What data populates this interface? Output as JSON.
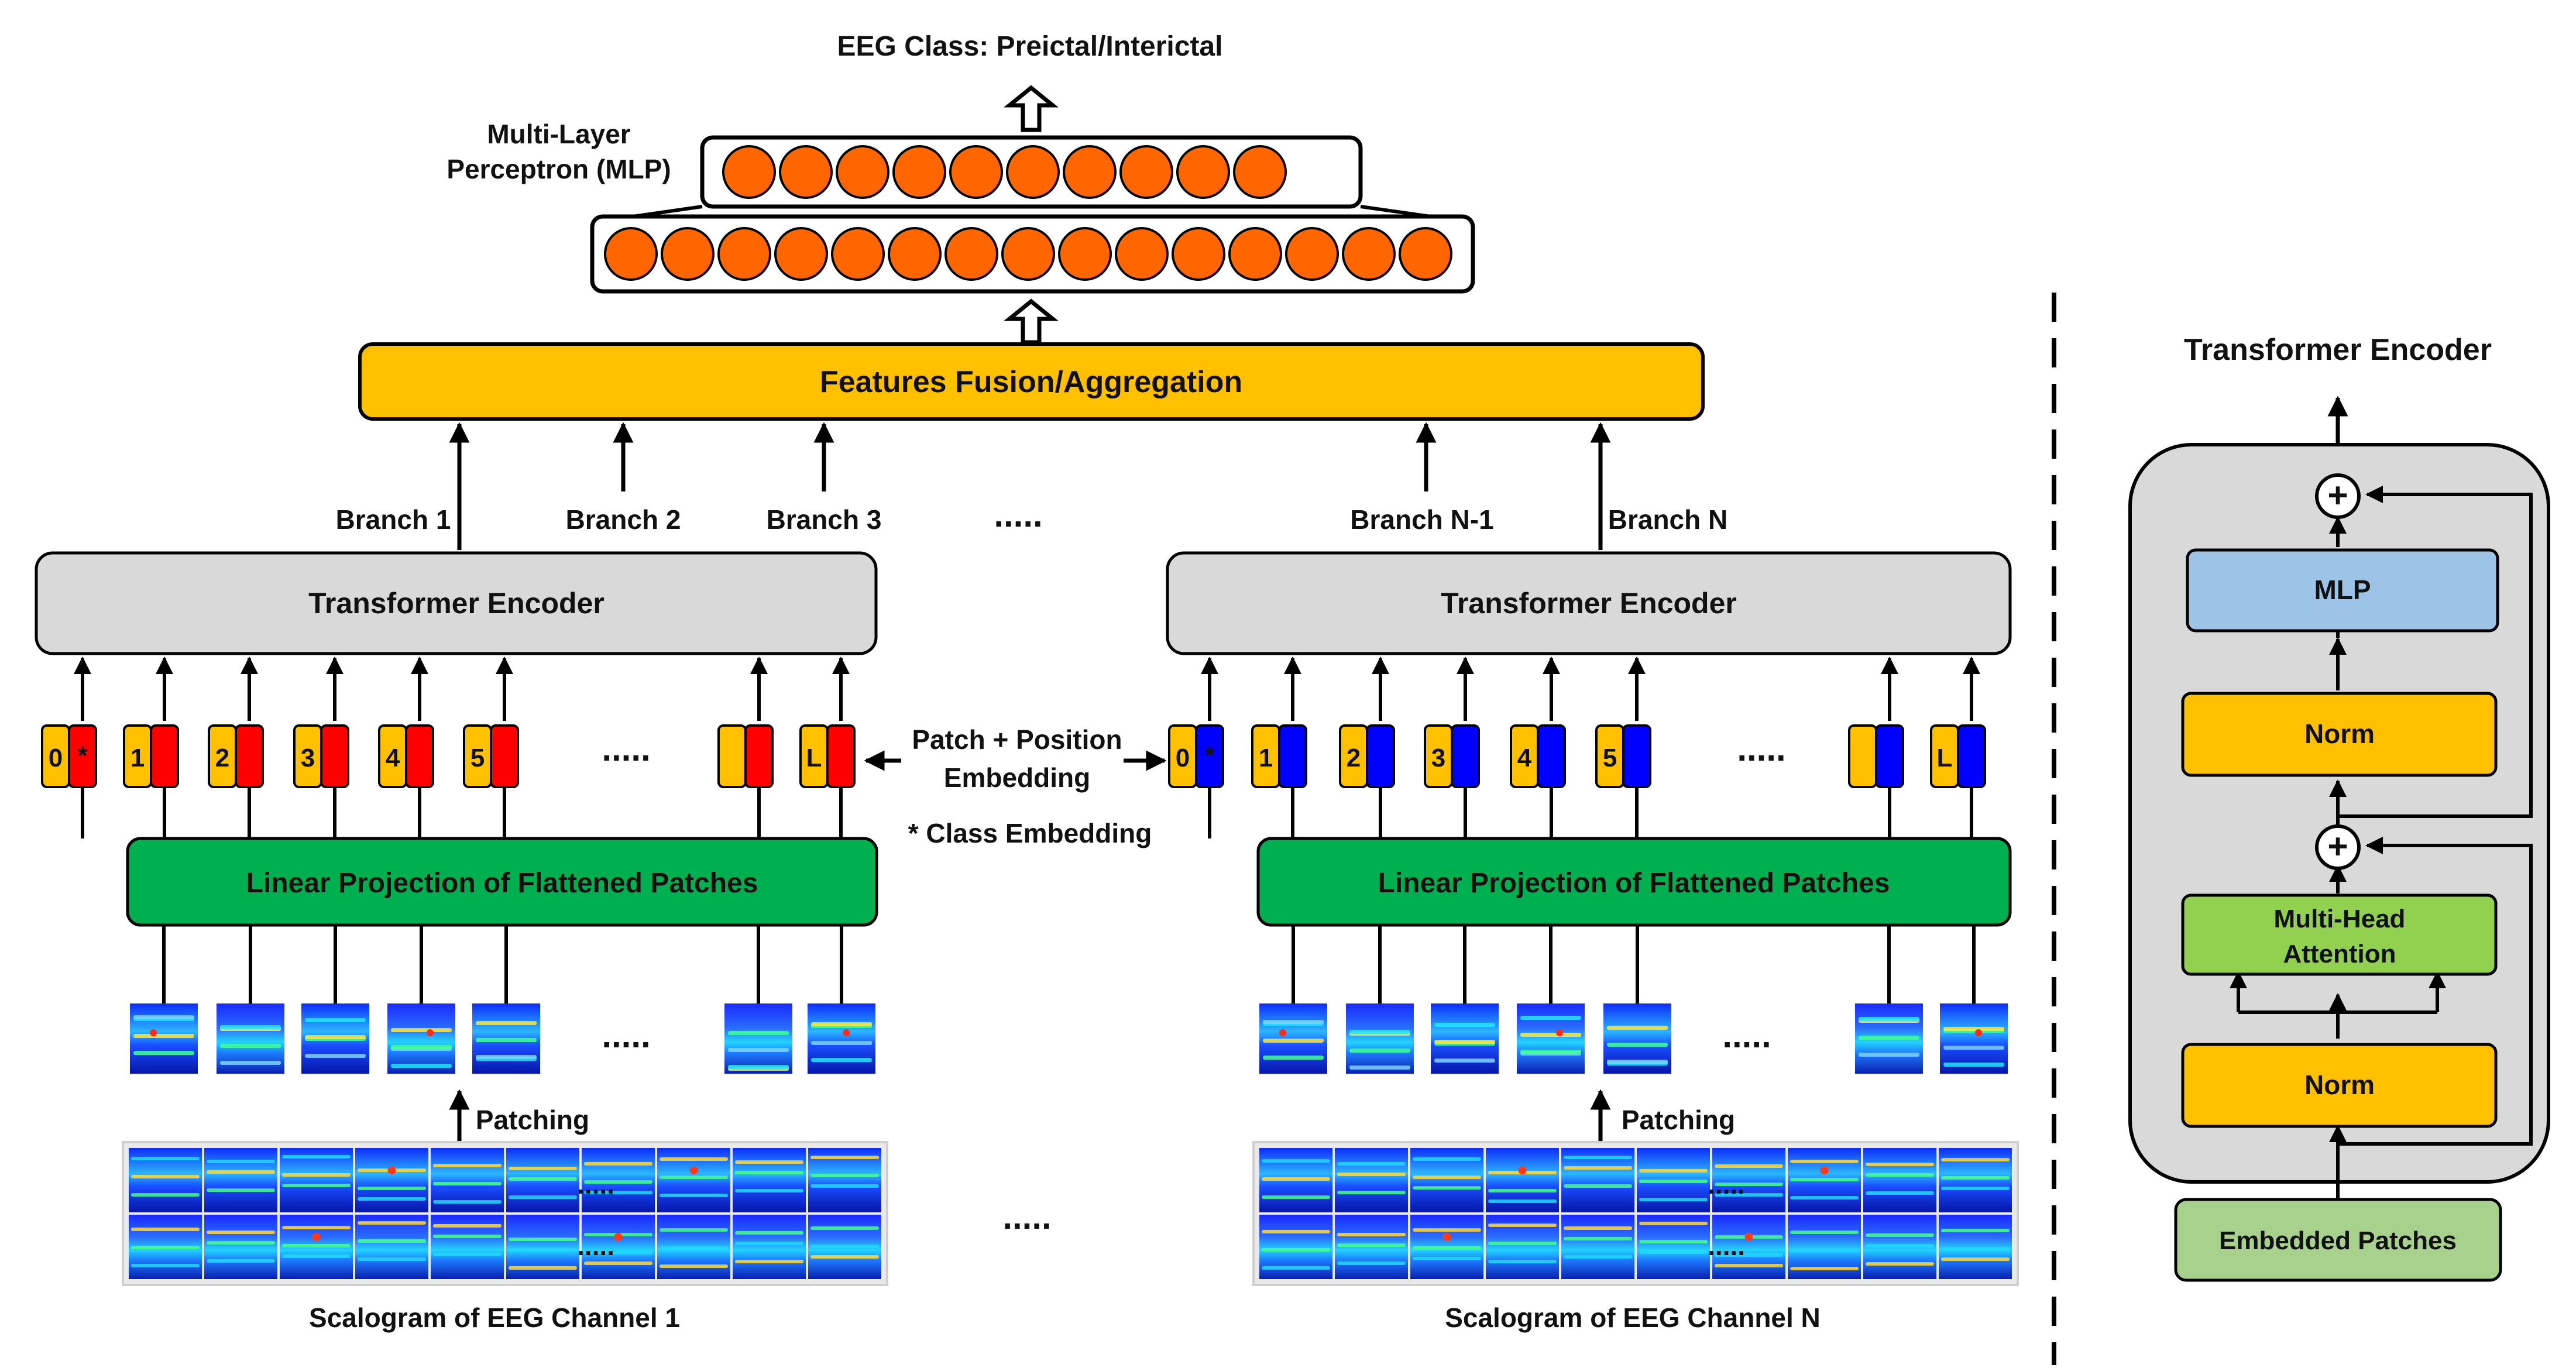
{
  "title": "EEG Class: Preictal/Interictal",
  "mlp_label_line1": "Multi-Layer",
  "mlp_label_line2": "Perceptron (MLP)",
  "fusion_label": "Features Fusion/Aggregation",
  "branches": [
    "Branch 1",
    "Branch 2",
    "Branch 3",
    "Branch N-1",
    "Branch N"
  ],
  "ellipsis": ".....",
  "encoder_label": "Transformer Encoder",
  "embedding_line1": "Patch + Position",
  "embedding_line2": "Embedding",
  "class_embedding_note": "* Class Embedding",
  "projection_label": "Linear Projection of Flattened Patches",
  "patching_label": "Patching",
  "token_labels_left": [
    "0",
    "1",
    "2",
    "3",
    "4",
    "5",
    "",
    "L"
  ],
  "token_labels_right": [
    "0",
    "1",
    "2",
    "3",
    "4",
    "5",
    "",
    "L"
  ],
  "class_token_mark": "*",
  "scalogram_label_1": "Scalogram of EEG Channel 1",
  "scalogram_label_n": "Scalogram of EEG Channel N",
  "mlp_layer1_nodes": 10,
  "mlp_layer2_nodes": 15,
  "colors": {
    "orange_node": "#FF6600",
    "yellow_token": "#FFC000",
    "red_token": "#FF0000",
    "blue_token": "#0000FF",
    "fusion_fill": "#FFC000",
    "encoder_fill": "#D9D9D9",
    "projection_fill": "#00B050",
    "mlp_block_fill": "#9DC3E6",
    "attention_fill": "#92D050",
    "embedded_fill": "#A9D18E"
  },
  "detail": {
    "title": "Transformer Encoder",
    "mlp": "MLP",
    "norm_top": "Norm",
    "attention_line1": "Multi-Head",
    "attention_line2": "Attention",
    "norm_bottom": "Norm",
    "embedded": "Embedded Patches",
    "plus_symbol": "+"
  }
}
